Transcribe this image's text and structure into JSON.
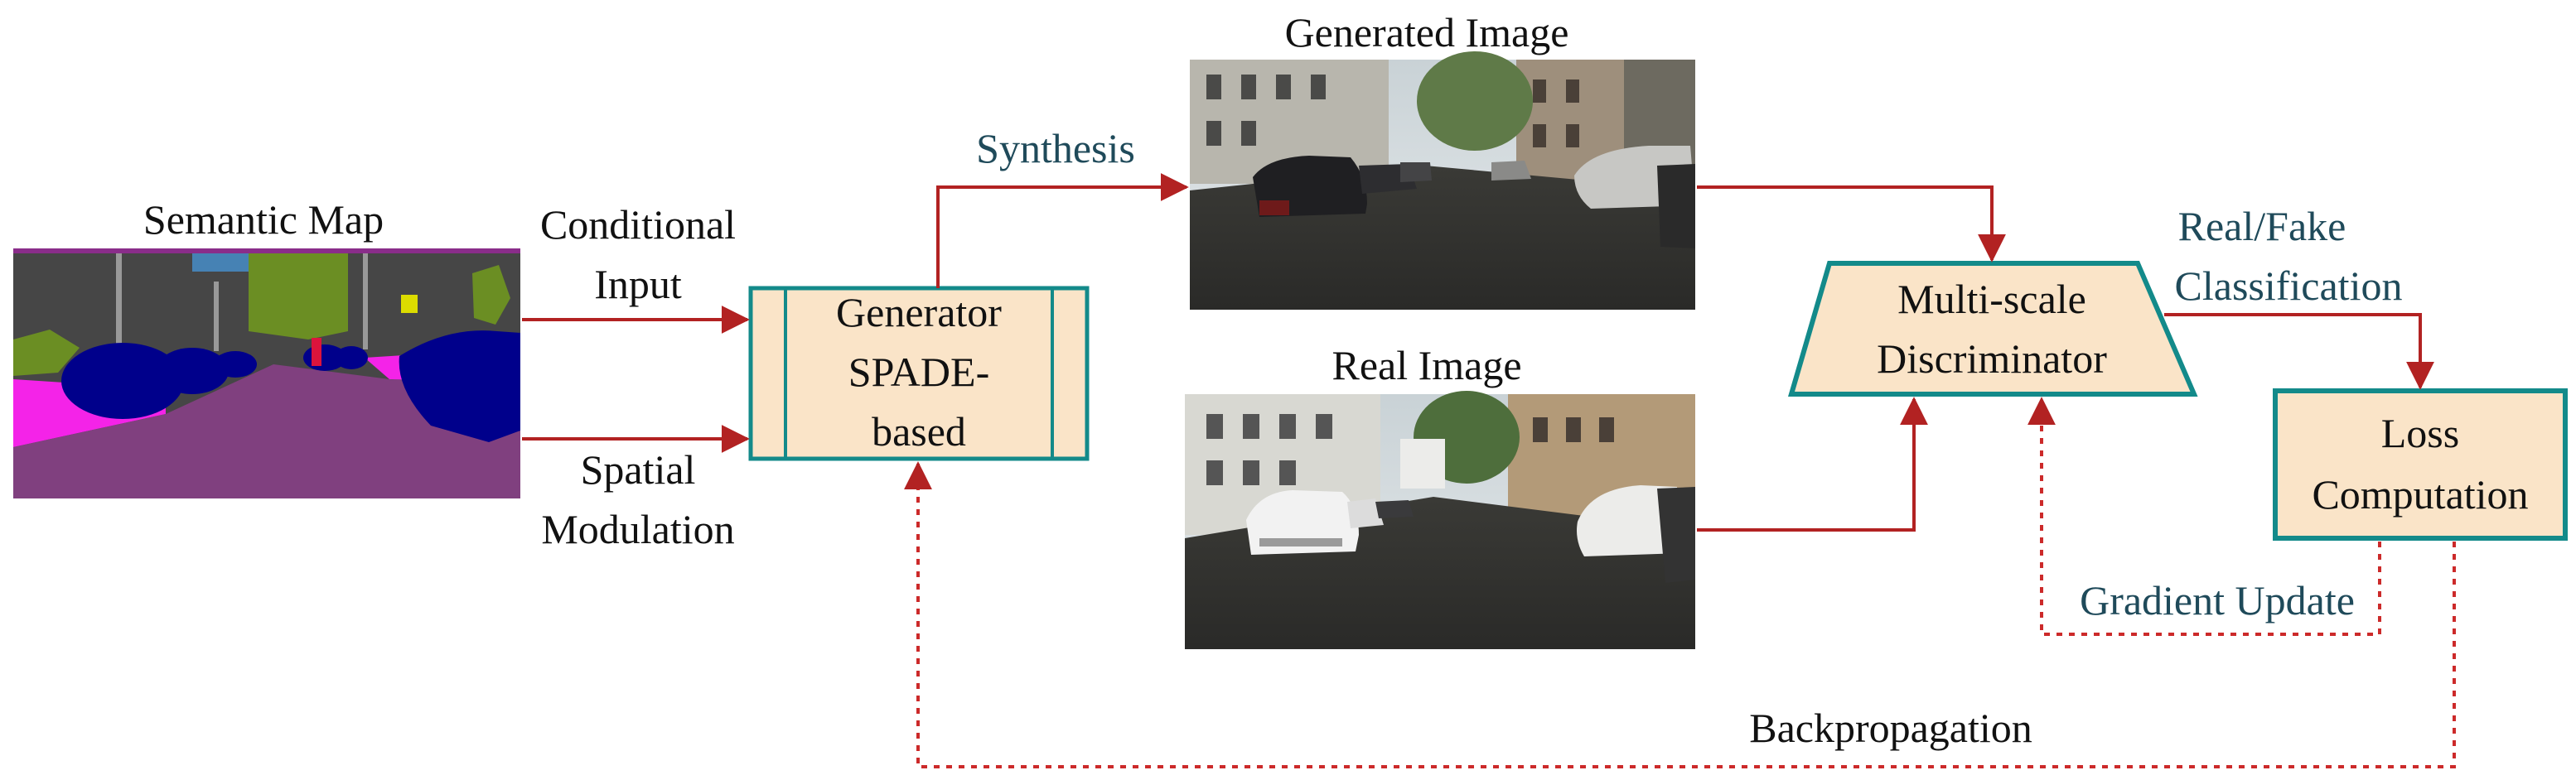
{
  "semantic_map": {
    "title": "Semantic Map"
  },
  "edges": {
    "conditional_input": [
      "Conditional",
      "Input"
    ],
    "spatial_modulation": [
      "Spatial",
      "Modulation"
    ],
    "synthesis": "Synthesis",
    "real_fake": [
      "Real/Fake",
      "Classification"
    ],
    "gradient_update": "Gradient Update",
    "backpropagation": "Backpropagation"
  },
  "generator": {
    "lines": [
      "Generator",
      "SPADE-",
      "based"
    ]
  },
  "generated_image": {
    "title": "Generated Image"
  },
  "real_image": {
    "title": "Real Image"
  },
  "discriminator": {
    "lines": [
      "Multi-scale",
      "Discriminator"
    ]
  },
  "loss": {
    "lines": [
      "Loss",
      "Computation"
    ]
  },
  "colors": {
    "arrow": "#b22222",
    "box_fill": "#fae4c8",
    "box_stroke": "#138a8a",
    "label_text": "#1f4a5a",
    "map_road": "#80407f",
    "map_car": "#00008b",
    "map_vegetation": "#6b8e23",
    "map_building": "#464646",
    "map_sidewalk": "#f423e8",
    "map_sky": "#4682b4"
  }
}
